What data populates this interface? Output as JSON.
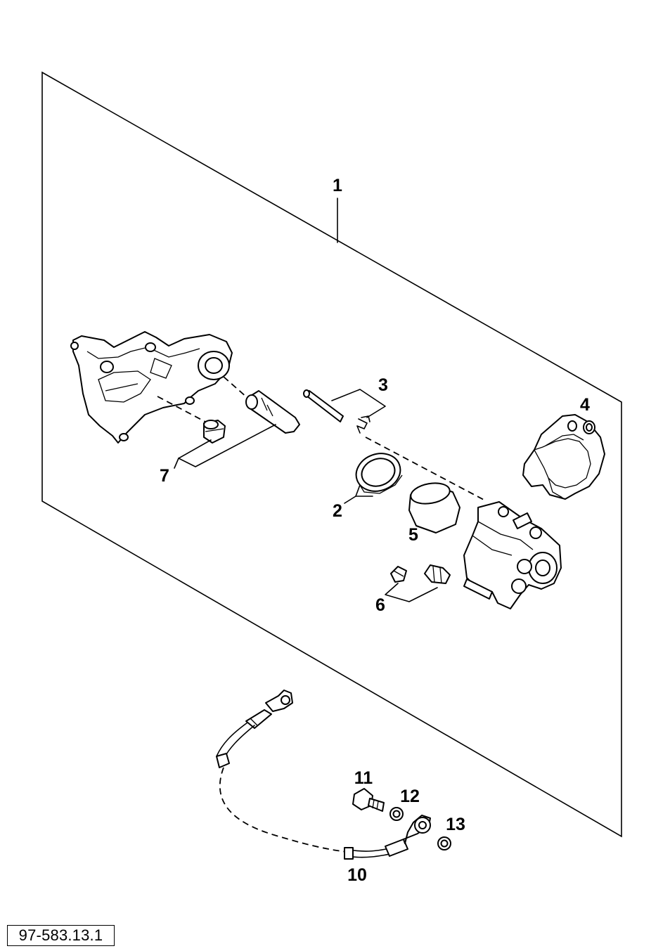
{
  "diagram": {
    "callouts": {
      "c1": "1",
      "c2": "2",
      "c3": "3",
      "c4": "4",
      "c5": "5",
      "c6": "6",
      "c7": "7",
      "c10": "10",
      "c11": "11",
      "c12": "12",
      "c13": "13"
    },
    "reference_number": "97-583.13.1"
  }
}
